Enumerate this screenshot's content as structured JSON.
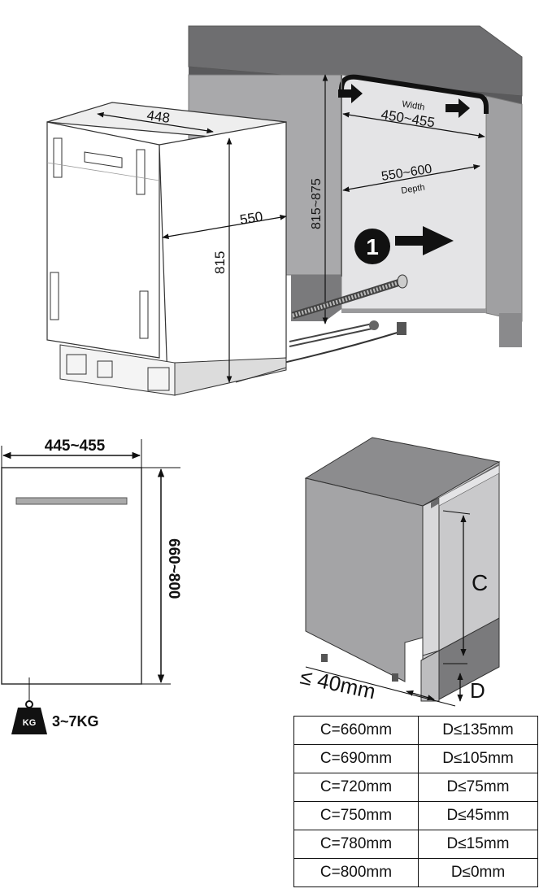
{
  "top_view": {
    "unit_width": "448",
    "unit_depth": "550",
    "unit_height": "815",
    "niche_height": "815~875",
    "niche_width_label": "Width",
    "niche_width": "450~455",
    "niche_depth": "550~600",
    "niche_depth_label": "Depth",
    "step_number": "1"
  },
  "panel": {
    "width": "445~455",
    "height": "660~800",
    "weight_icon_label": "KG",
    "weight": "3~7KG"
  },
  "kick": {
    "c_label": "C",
    "d_label": "D",
    "gap": "≤ 40mm"
  },
  "table": {
    "rows": [
      {
        "c": "C=660mm",
        "d": "D≤135mm"
      },
      {
        "c": "C=690mm",
        "d": "D≤105mm"
      },
      {
        "c": "C=720mm",
        "d": "D≤75mm"
      },
      {
        "c": "C=750mm",
        "d": "D≤45mm"
      },
      {
        "c": "C=780mm",
        "d": "D≤15mm"
      },
      {
        "c": "C=800mm",
        "d": "D≤0mm"
      }
    ]
  }
}
